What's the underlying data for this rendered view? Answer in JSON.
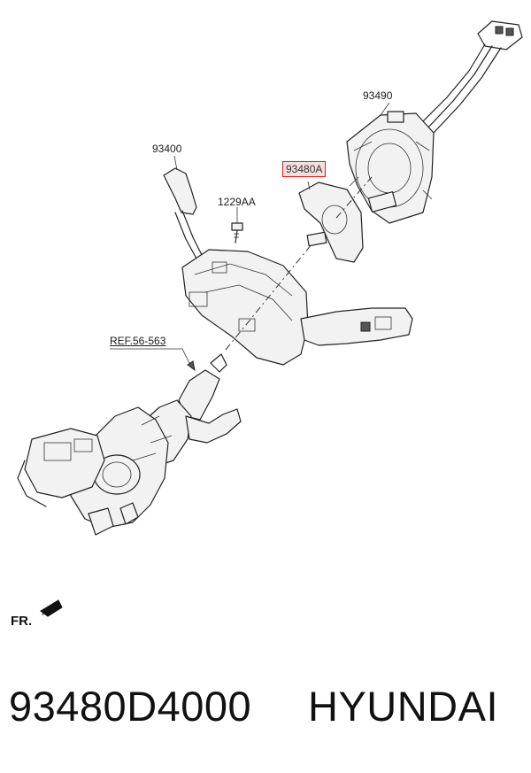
{
  "diagram": {
    "labels": {
      "p93490": "93490",
      "p93400": "93400",
      "p93480a": "93480A",
      "p1229aa": "1229AA",
      "ref": "REF.56-563"
    },
    "direction": "FR.",
    "direction_icon": "arrow-icon",
    "highlight_color": "#d42020"
  },
  "footer": {
    "part_number": "93480D4000",
    "brand": "HYUNDAI"
  }
}
